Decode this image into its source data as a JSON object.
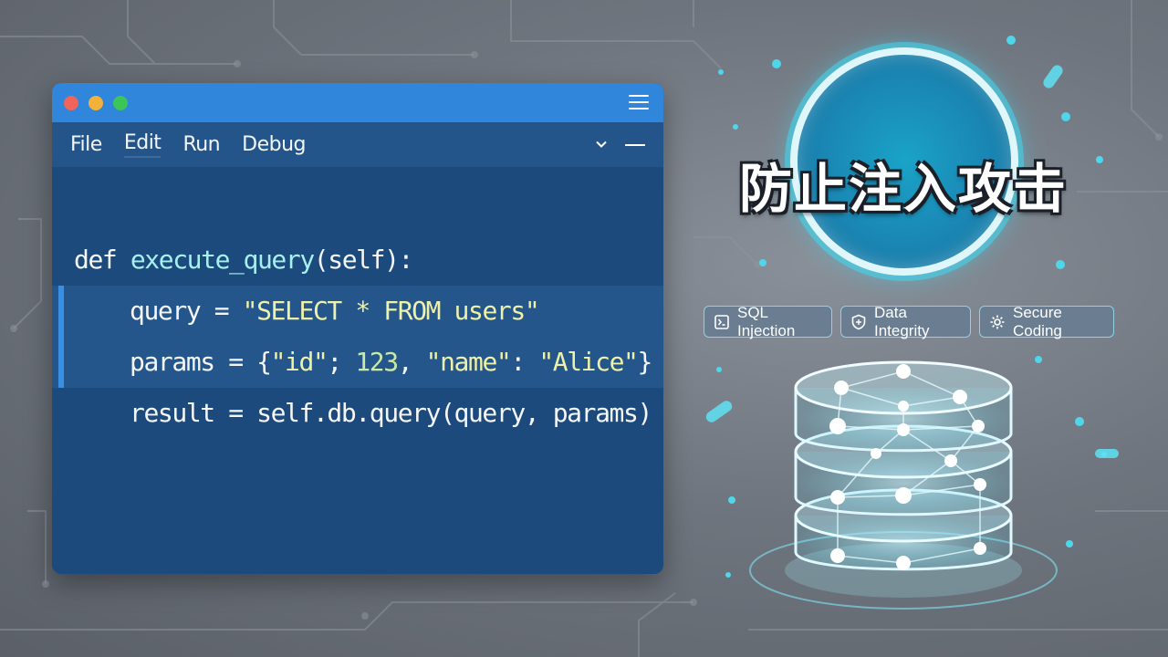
{
  "window": {
    "controls": [
      "close",
      "minimize",
      "maximize"
    ],
    "menu": [
      "File",
      "Edit",
      "Run",
      "Debug"
    ],
    "active_menu": "Edit"
  },
  "code": {
    "line1": {
      "kw": "def",
      "fn": "execute_query",
      "rest": "(self):"
    },
    "line2": {
      "lhs": "query = ",
      "str": "\"SELECT * FROM users\""
    },
    "line3": {
      "lhs": "params = {",
      "k1": "\"id\"",
      "sep1": "; ",
      "v1": "123",
      "sep2": ", ",
      "k2": "\"name\"",
      "sep3": ": ",
      "v2": "\"Alice\"",
      "close": "}"
    },
    "line4": {
      "text": "result = self.db.query(query, params)"
    }
  },
  "badge": {
    "title": "防止注入攻击"
  },
  "tags": [
    {
      "label": "SQL Injection",
      "icon": "terminal-icon"
    },
    {
      "label": "Data Integrity",
      "icon": "shield-icon"
    },
    {
      "label": "Secure Coding",
      "icon": "gear-icon"
    }
  ],
  "colors": {
    "accent": "#2f86db",
    "editor_bg": "#1d4a7d",
    "glow": "#42d7f0",
    "string": "#eef1a8"
  }
}
